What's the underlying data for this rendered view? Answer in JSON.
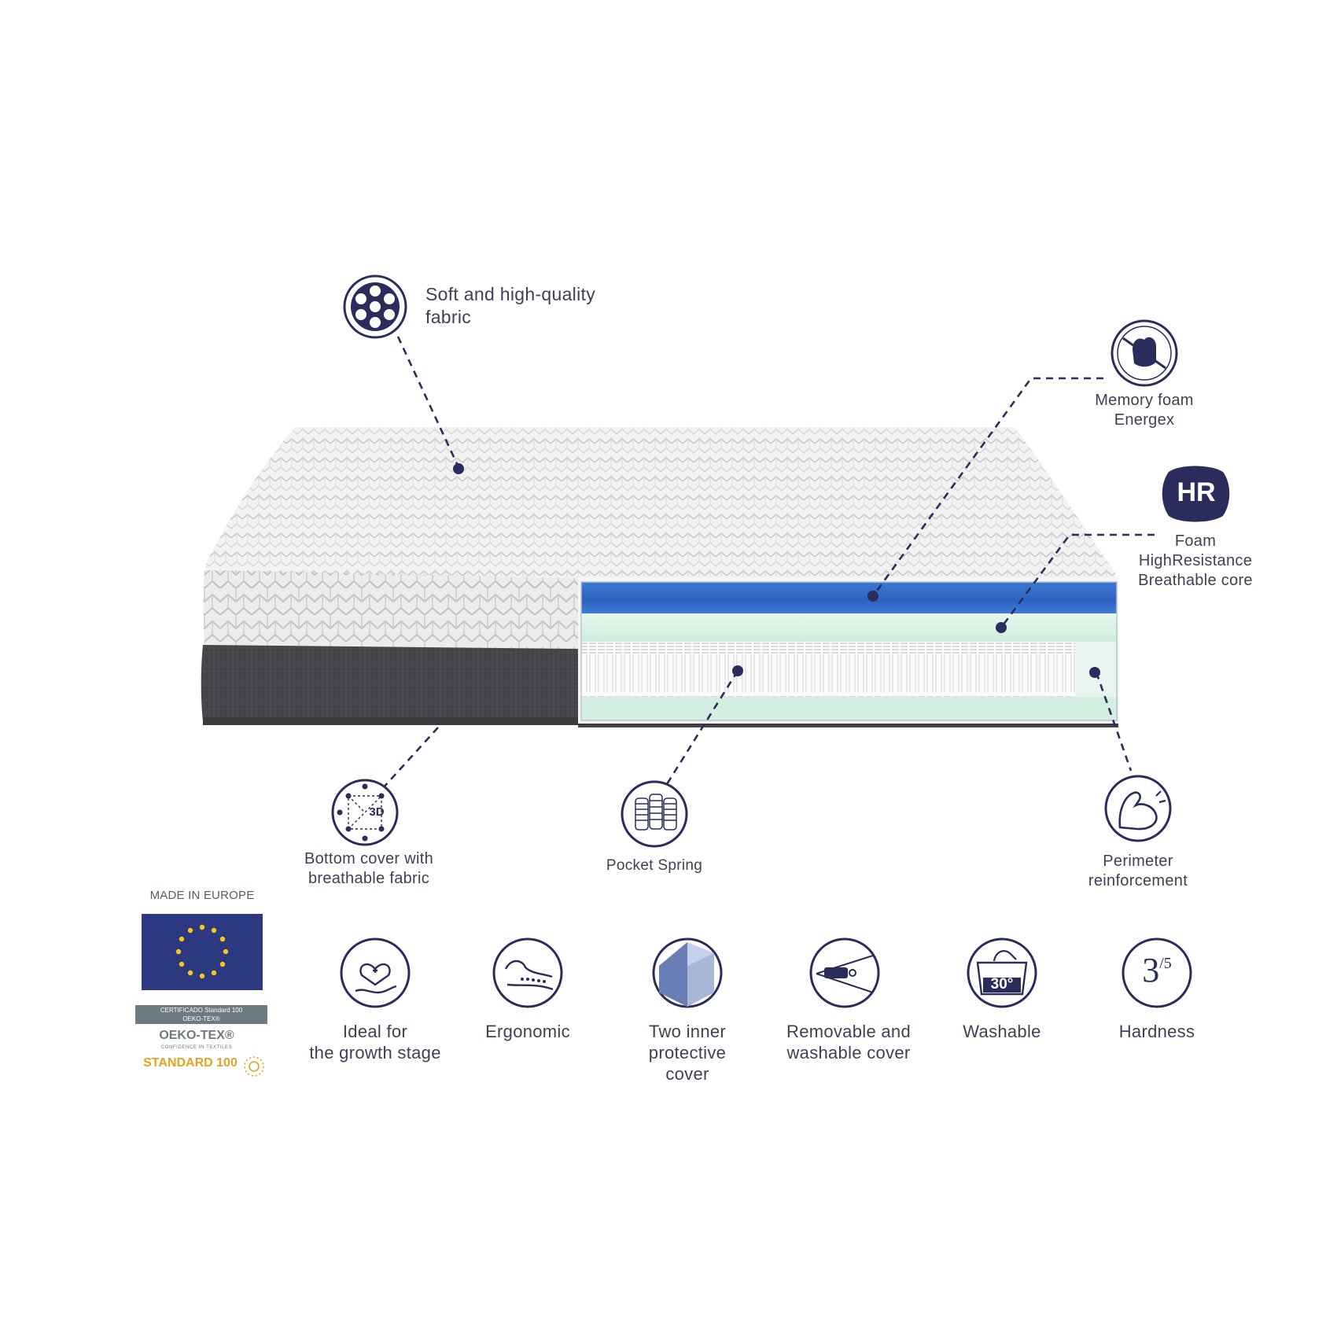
{
  "colors": {
    "navy": "#2a2d5c",
    "fabric_top": "#f1f1f1",
    "fabric_base": "#434448",
    "memory_foam": "#2f66c2",
    "hr_foam": "#d9f1e6",
    "eu_blue": "#2c3880",
    "oeko_gold": "#e3a320"
  },
  "callouts": {
    "fabric": {
      "icon": "fabric-dots-icon",
      "line1": "Soft and high-quality",
      "line2": "fabric"
    },
    "memory": {
      "icon": "hand-press-icon",
      "line1": "Memory foam",
      "line2": "Energex"
    },
    "hr": {
      "icon": "hr-badge-icon",
      "badge": "HR",
      "line1": "Foam",
      "line2": "HighResistance",
      "line3": "Breathable core"
    },
    "bottom": {
      "icon": "3d-mesh-icon",
      "badge": "3D",
      "line1": "Bottom cover with",
      "line2": "breathable fabric"
    },
    "spring": {
      "icon": "pocket-spring-icon",
      "line1": "Pocket Spring"
    },
    "perimeter": {
      "icon": "flexed-arm-icon",
      "line1": "Perimeter",
      "line2": "reinforcement"
    }
  },
  "certs": {
    "made_in": "MADE IN EUROPE",
    "oeko_small1": "CERTIFICADO Standard 100",
    "oeko_small2": "OEKO-TEX®",
    "oeko_title": "OEKO-TEX®",
    "oeko_sub": "CONFIDENCE IN TEXTILES",
    "oeko_std": "STANDARD 100"
  },
  "features": [
    {
      "icon": "heart-hand-icon",
      "line1": "Ideal for",
      "line2": "the growth stage"
    },
    {
      "icon": "body-profile-icon",
      "line1": "Ergonomic"
    },
    {
      "icon": "inner-cover-icon",
      "line1": "Two inner",
      "line2": "protective",
      "line3": "cover"
    },
    {
      "icon": "zipper-icon",
      "line1": "Removable and",
      "line2": "washable cover"
    },
    {
      "icon": "wash-30-icon",
      "badge": "30°",
      "line1": "Washable"
    },
    {
      "icon": "hardness-icon",
      "value": "3",
      "scale": "/5",
      "line1": "Hardness"
    }
  ]
}
